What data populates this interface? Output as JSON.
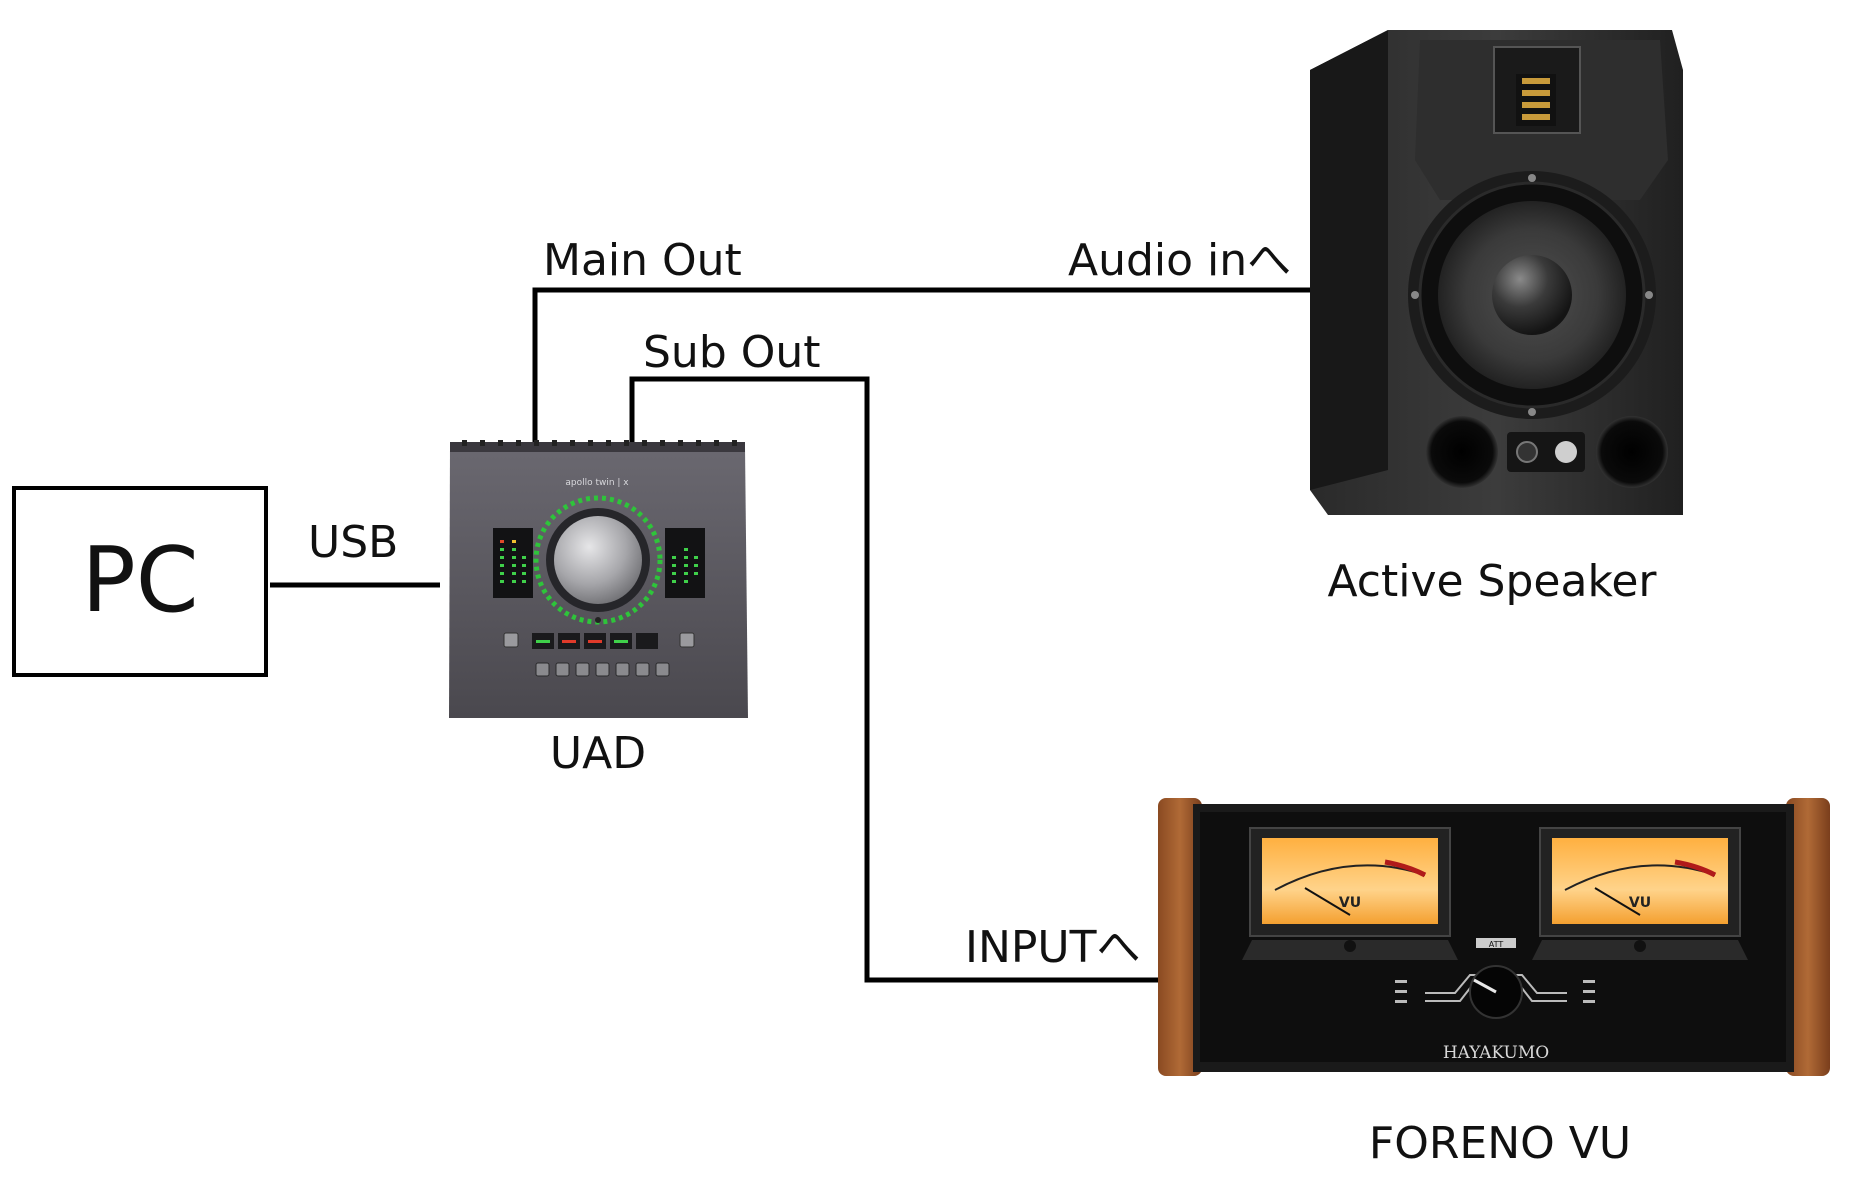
{
  "labels": {
    "pc": "PC",
    "usb": "USB",
    "main_out": "Main Out",
    "sub_out": "Sub Out",
    "audio_in": "Audio inへ",
    "input": "INPUTへ",
    "uad": "UAD",
    "active_speaker": "Active Speaker",
    "foreno_vu": "FORENO VU"
  },
  "device_text": {
    "interface_brand": "apollo twin | x",
    "vu_brand": "HAYAKUMO",
    "vu_center": "ATT",
    "vu_scale": "VU"
  }
}
